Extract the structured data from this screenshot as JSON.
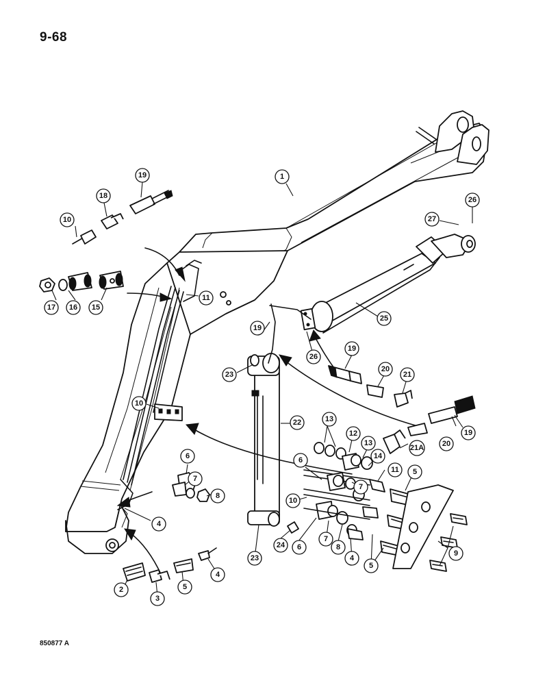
{
  "page_number": "9-68",
  "figure_code": "850877 A",
  "callouts": [
    {
      "id": "c1",
      "label": "1"
    },
    {
      "id": "c19a",
      "label": "19"
    },
    {
      "id": "c18",
      "label": "18"
    },
    {
      "id": "c10a",
      "label": "10"
    },
    {
      "id": "c27",
      "label": "27"
    },
    {
      "id": "c26a",
      "label": "26"
    },
    {
      "id": "c17",
      "label": "17"
    },
    {
      "id": "c16",
      "label": "16"
    },
    {
      "id": "c15",
      "label": "15"
    },
    {
      "id": "c11a",
      "label": "11"
    },
    {
      "id": "c19b",
      "label": "19"
    },
    {
      "id": "c25",
      "label": "25"
    },
    {
      "id": "c26b",
      "label": "26"
    },
    {
      "id": "c19c",
      "label": "19"
    },
    {
      "id": "c23a",
      "label": "23"
    },
    {
      "id": "c20a",
      "label": "20"
    },
    {
      "id": "c21",
      "label": "21"
    },
    {
      "id": "c10b",
      "label": "10"
    },
    {
      "id": "c22",
      "label": "22"
    },
    {
      "id": "c13a",
      "label": "13"
    },
    {
      "id": "c12",
      "label": "12"
    },
    {
      "id": "c13b",
      "label": "13"
    },
    {
      "id": "c20b",
      "label": "20"
    },
    {
      "id": "c19d",
      "label": "19"
    },
    {
      "id": "c21a",
      "label": "21A"
    },
    {
      "id": "c6a",
      "label": "6"
    },
    {
      "id": "c14",
      "label": "14"
    },
    {
      "id": "c6b",
      "label": "6"
    },
    {
      "id": "c11b",
      "label": "11"
    },
    {
      "id": "c7a",
      "label": "7"
    },
    {
      "id": "c5a",
      "label": "5"
    },
    {
      "id": "c7b",
      "label": "7"
    },
    {
      "id": "c8a",
      "label": "8"
    },
    {
      "id": "c10c",
      "label": "10"
    },
    {
      "id": "c7c",
      "label": "7"
    },
    {
      "id": "c4a",
      "label": "4"
    },
    {
      "id": "c24",
      "label": "24"
    },
    {
      "id": "c6c",
      "label": "6"
    },
    {
      "id": "c8b",
      "label": "8"
    },
    {
      "id": "c9",
      "label": "9"
    },
    {
      "id": "c23b",
      "label": "23"
    },
    {
      "id": "c4b",
      "label": "4"
    },
    {
      "id": "c5b",
      "label": "5"
    },
    {
      "id": "c4c",
      "label": "4"
    },
    {
      "id": "c2",
      "label": "2"
    },
    {
      "id": "c3",
      "label": "3"
    },
    {
      "id": "c5c",
      "label": "5"
    }
  ]
}
